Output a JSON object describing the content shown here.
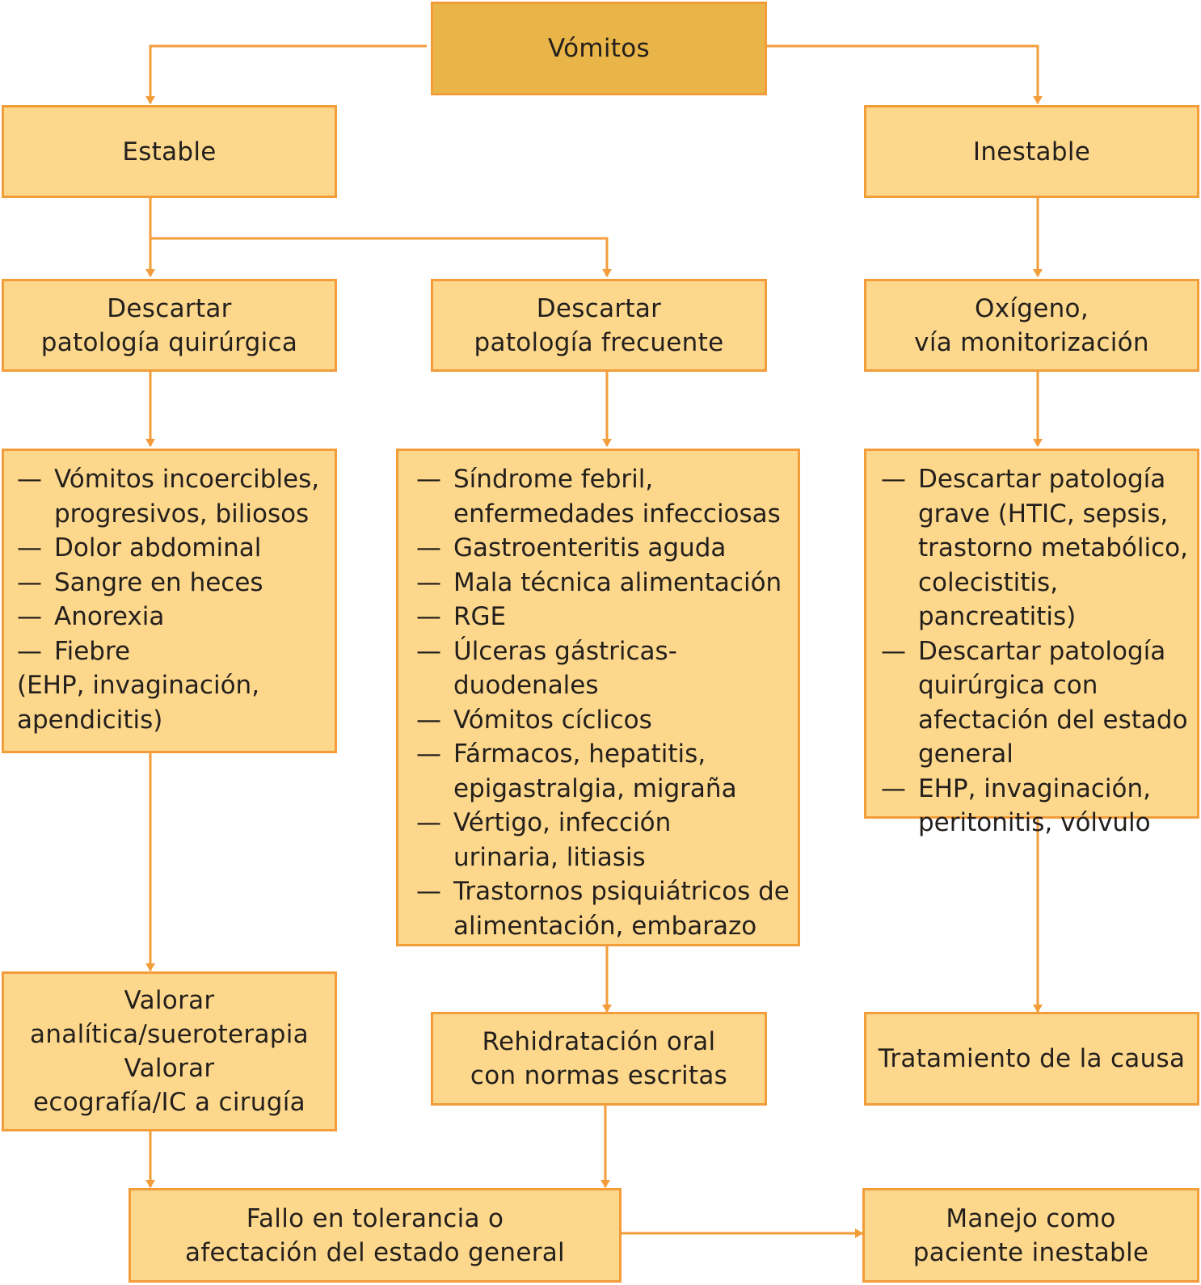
{
  "diagram": {
    "colors": {
      "line": "#f39c3a",
      "box_fill": "#fdd88c",
      "root_fill": "#eab548",
      "text": "#231f1c"
    },
    "root": "Vómitos",
    "branches": {
      "stable": "Estable",
      "unstable": "Inestable"
    },
    "stable_left": {
      "header": "Descartar\npatología quirúrgica",
      "items": [
        "Vómitos incoercibles,\nprogresivos, biliosos",
        "Dolor abdominal",
        "Sangre en heces",
        "Anorexia",
        "Fiebre"
      ],
      "note": "(EHP, invaginación,\napendicitis)",
      "action": "Valorar\nanalítica/sueroterapia\nValorar\necografía/IC a cirugía"
    },
    "stable_middle": {
      "header": "Descartar\npatología frecuente",
      "items": [
        "Síndrome febril,\nenfermedades infecciosas",
        "Gastroenteritis aguda",
        "Mala técnica alimentación",
        "RGE",
        "Úlceras gástricas-\nduodenales",
        "Vómitos cíclicos",
        "Fármacos, hepatitis,\nepigastralgia, migraña",
        "Vértigo, infección\nurinaria, litiasis",
        "Trastornos psiquiátricos de\nalimentación, embarazo"
      ],
      "action": "Rehidratación oral\ncon normas escritas"
    },
    "unstable": {
      "header": "Oxígeno,\nvía monitorización",
      "items": [
        "Descartar patología\ngrave (HTIC, sepsis,\ntrastorno metabólico,\ncolecistitis, pancreatitis)",
        "Descartar patología\nquirúrgica con\nafectación del estado\ngeneral",
        "EHP, invaginación,\nperitonitis, vólvulo"
      ],
      "action": "Tratamiento de la causa"
    },
    "failure": "Fallo en tolerancia o\nafectación del estado general",
    "final": "Manejo como\npaciente inestable",
    "dash": "—"
  }
}
